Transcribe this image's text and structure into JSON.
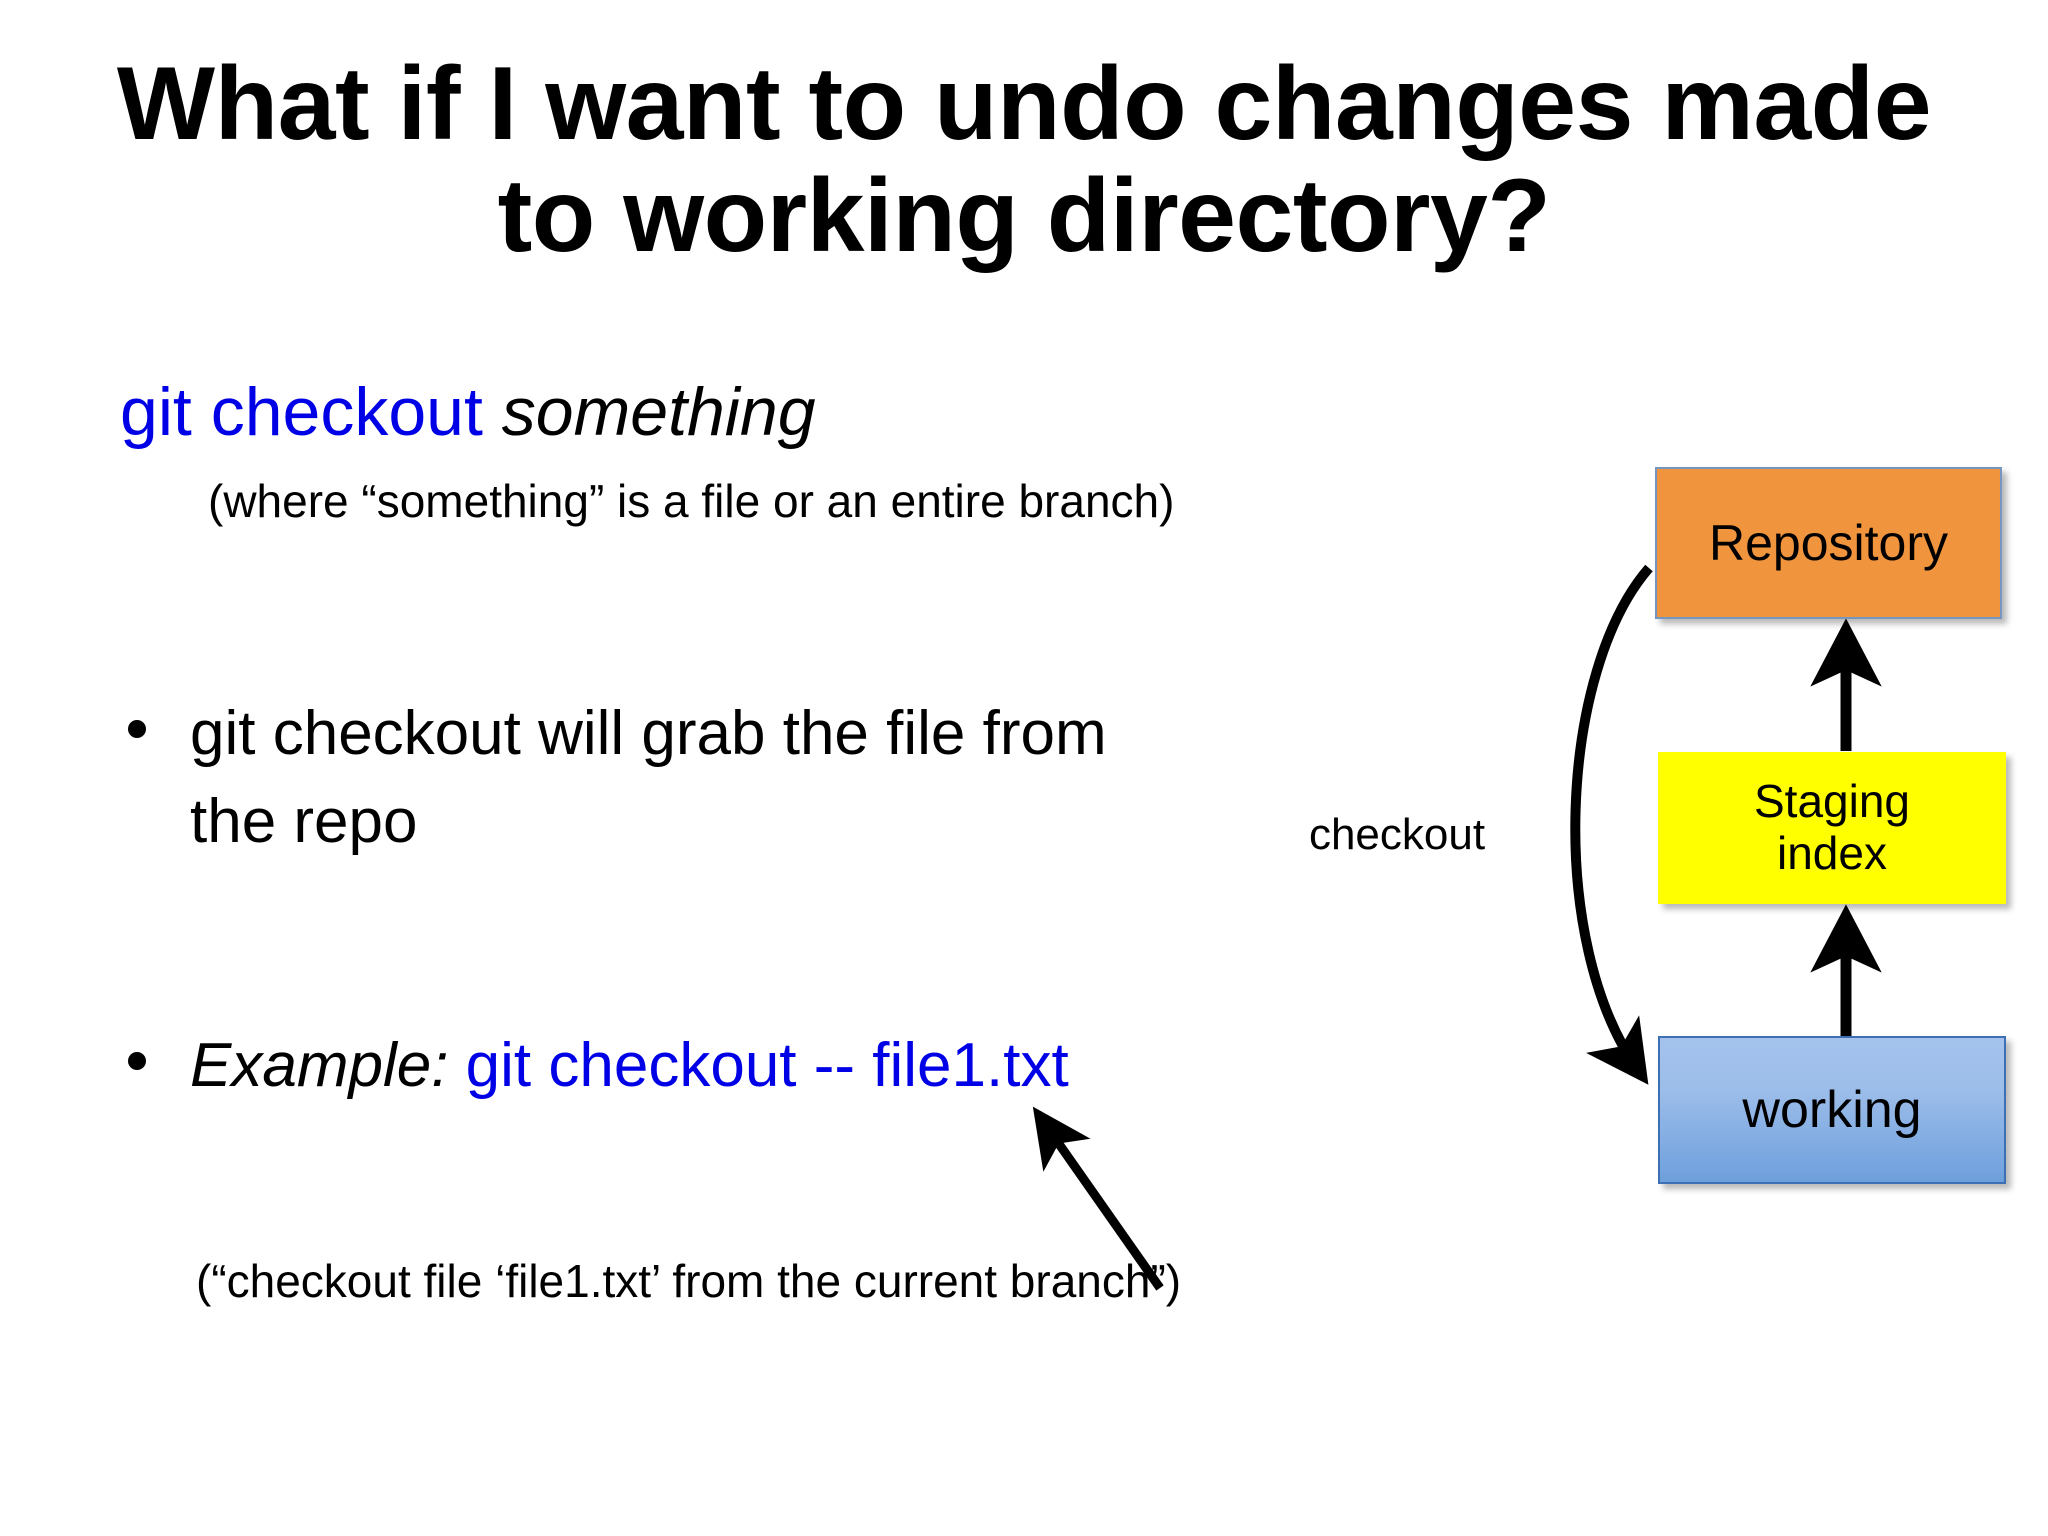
{
  "slide": {
    "title": "What if I want to undo changes made to working directory?",
    "command": {
      "cmd": "git checkout ",
      "argument": "something"
    },
    "where_note": "(where “something” is a file or an entire branch)",
    "bullets": [
      {
        "text": "git checkout will grab the file from the repo"
      },
      {
        "label": "Example: ",
        "command": "git checkout -- file1.txt"
      }
    ],
    "bottom_note": "(“checkout file ‘file1.txt’ from the current branch”)"
  },
  "diagram": {
    "nodes": [
      {
        "id": "repository",
        "label": "Repository",
        "color": "#F0943E"
      },
      {
        "id": "staging",
        "label": "Staging\nindex",
        "line1": "Staging",
        "line2": "index",
        "color": "#FFFF00"
      },
      {
        "id": "working",
        "label": "working",
        "color": "#7BA7E0"
      }
    ],
    "edge_label": "checkout",
    "edges": [
      {
        "from": "staging",
        "to": "repository",
        "style": "straight-arrow-up"
      },
      {
        "from": "working",
        "to": "staging",
        "style": "straight-arrow-up"
      },
      {
        "from": "repository",
        "to": "working",
        "style": "curved-arrow-left",
        "label": "checkout"
      }
    ]
  },
  "colors": {
    "command_blue": "#0000E6",
    "repository_orange": "#F0943E",
    "staging_yellow": "#FFFF00",
    "working_blue": "#7BA7E0",
    "text_black": "#000000",
    "background": "#FFFFFF"
  }
}
